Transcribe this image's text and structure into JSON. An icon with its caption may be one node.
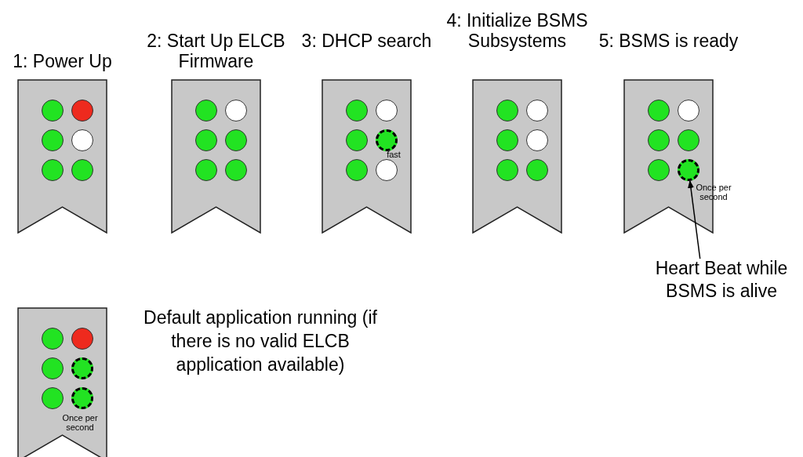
{
  "diagram": {
    "nodes": [
      {
        "text": [
          "1: Power Up"
        ]
      },
      {
        "text": [
          "2: Start Up ELCB Firmware"
        ]
      },
      {
        "text": [
          "3: DHCP search"
        ]
      },
      {
        "text": [
          "4: Initialize BSMS Subsystems"
        ]
      },
      {
        "text": [
          "5: BSMS is ready"
        ]
      },
      {
        "text": [],
        "shape": "circle",
        "in": 4
      },
      {
        "text": [
          "Heart Beat while BSMS is alive"
        ]
      },
      {
        "text": [],
        "shape": "box",
        "beside": [
          "Default application running (if there is no valid ELCB application available)"
        ]
      }
    ],
    "edges": [
      {
        "from": 6,
        "to": 5,
        "arrow": "to"
      }
    ],
    "labels": [
      "fast",
      "Once per second",
      "Once per second"
    ]
  }
}
